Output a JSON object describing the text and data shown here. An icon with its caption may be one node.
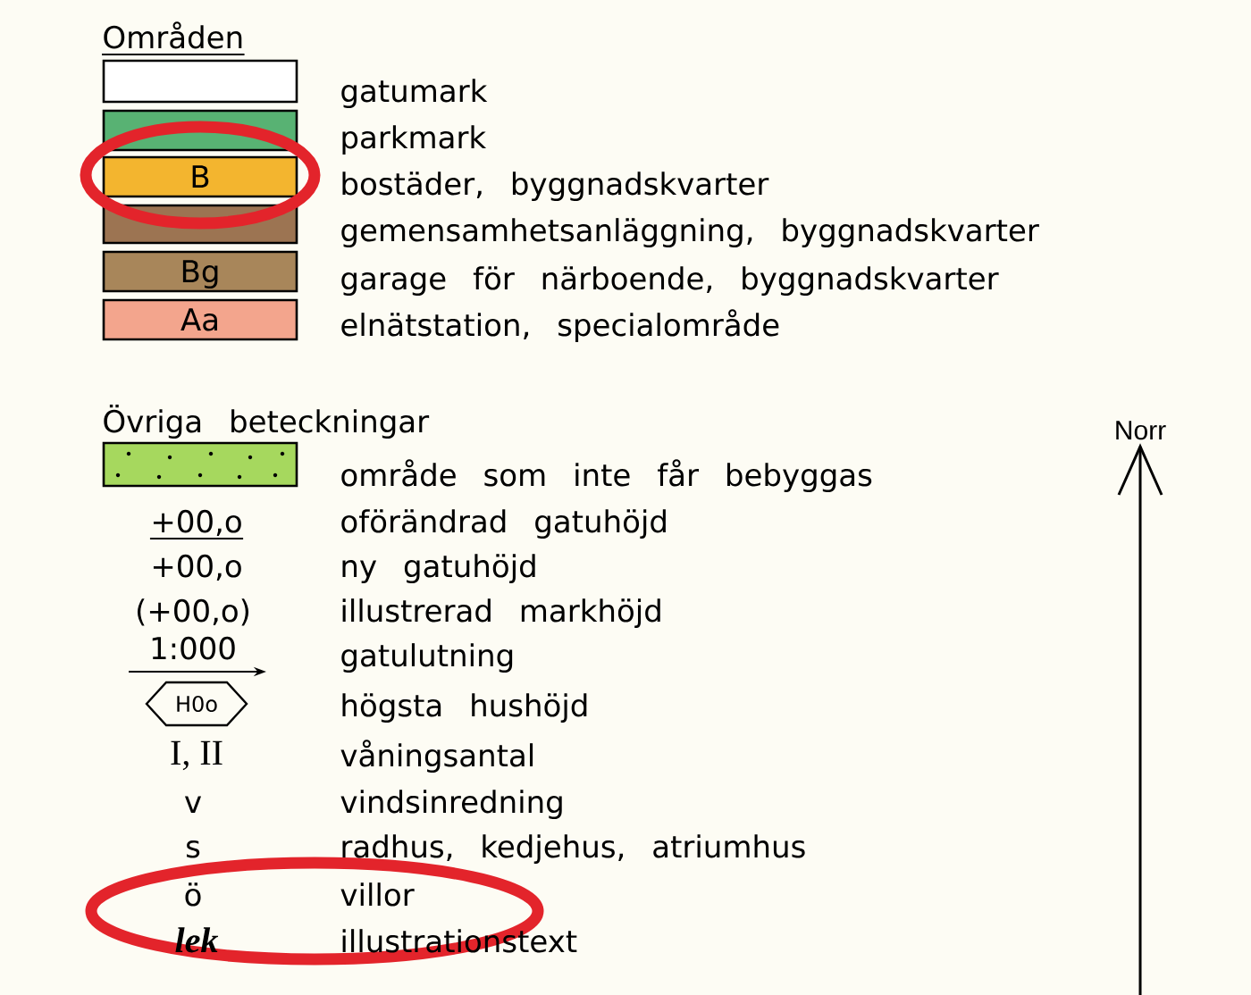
{
  "diagram": {
    "labels": [
      "Områden",
      "B",
      "Bg",
      "Aa",
      "Övriga beteckningar",
      "Norr",
      "+00,o",
      "+00,o",
      "(+00,o)",
      "1:000",
      "H0o",
      "I, II",
      "v",
      "s",
      "ö",
      "lek"
    ],
    "legend": [
      {
        "text": "gatumark",
        "color": "#ffffff"
      },
      {
        "text": "parkmark",
        "color": "#58b273"
      },
      {
        "text": "bostäder, byggnadskvarter",
        "color": "#f3b52f"
      },
      {
        "text": "gemensamhetsanläggning, byggnadskvarter",
        "color": "#9c7452"
      },
      {
        "text": "garage för närboende, byggnadskvarter",
        "color": "#a8865a"
      },
      {
        "text": "elnätstation, specialområde",
        "color": "#f3a58d"
      },
      {
        "text": "område som inte får bebyggas",
        "color": "#a6d85e"
      },
      {
        "text": "oförändrad gatuhöjd"
      },
      {
        "text": "ny gatuhöjd"
      },
      {
        "text": "illustrerad markhöjd"
      },
      {
        "text": "gatulutning"
      },
      {
        "text": "högsta hushöjd"
      },
      {
        "text": "våningsantal"
      },
      {
        "text": "vindsinredning"
      },
      {
        "text": "radhus, kedjehus, atriumhus"
      },
      {
        "text": "villor"
      },
      {
        "text": "illustrationstext"
      }
    ]
  }
}
